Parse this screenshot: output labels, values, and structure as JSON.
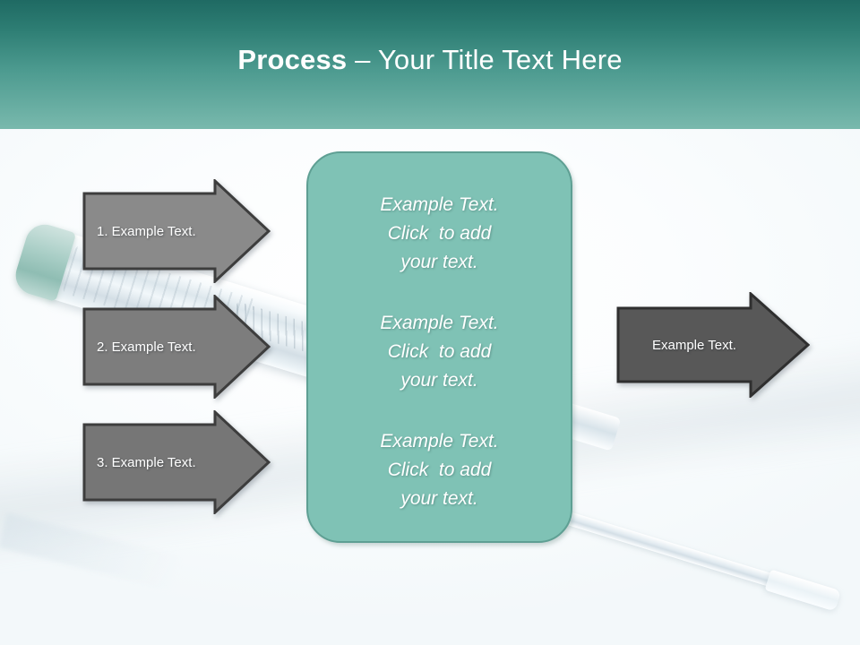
{
  "slide": {
    "title": {
      "strong": "Process ",
      "light": "– Your Title Text Here"
    },
    "background_color": "#f6fafb",
    "header_gradient_top": "#1f6a63",
    "header_gradient_bottom": "#79b9ad"
  },
  "input_arrows": [
    {
      "label": "1. Example Text.",
      "fill": "#8a8a8a",
      "stroke": "#3d3d3d"
    },
    {
      "label": "2. Example Text.",
      "fill": "#7d7d7d",
      "stroke": "#3d3d3d"
    },
    {
      "label": "3. Example Text.",
      "fill": "#767676",
      "stroke": "#3d3d3d"
    }
  ],
  "output_arrow": {
    "label": "Example Text.",
    "fill": "#585858",
    "stroke": "#2f2f2f"
  },
  "center_box": {
    "fill": "#7fc2b5",
    "border": "#5e9f93",
    "blocks": [
      {
        "line1": "Example Text.",
        "line2": "Click  to add",
        "line3": "your text."
      },
      {
        "line1": "Example Text.",
        "line2": "Click  to add",
        "line3": "your text."
      },
      {
        "line1": "Example Text.",
        "line2": "Click  to add",
        "line3": "your text."
      }
    ]
  }
}
